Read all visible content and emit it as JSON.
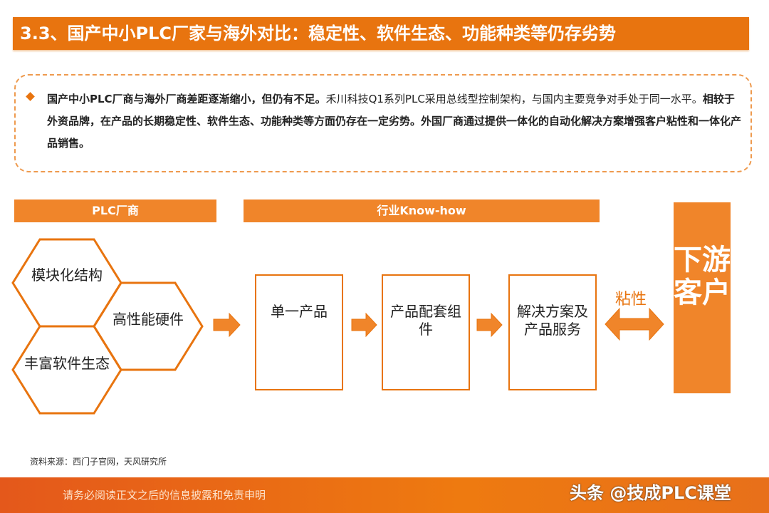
{
  "title": "3.3、国产中小PLC厂家与海外对比：稳定性、软件生态、功能种类等仍存劣势",
  "summary": {
    "bold_1": "国产中小PLC厂商与海外厂商差距逐渐缩小，但仍有不足。",
    "normal": "禾川科技Q1系列PLC采用总线型控制架构，与国内主要竞争对手处于同一水平。",
    "bold_2": "相较于外资品牌，在产品的长期稳定性、软件生态、功能种类等方面仍存在一定劣势。外国厂商通过提供一体化的自动化解决方案增强客户粘性和一体化产品销售。"
  },
  "diagram": {
    "header_left": "PLC厂商",
    "header_mid": "行业Know-how",
    "hexagons": [
      "模块化结构",
      "高性能硬件",
      "丰富软件生态"
    ],
    "steps": [
      "单一产品",
      "产品配套组件",
      "解决方案及产品服务"
    ],
    "link_label": "粘性",
    "customer": "下游客户",
    "colors": {
      "accent": "#E8740F",
      "fill": "#F0852A"
    }
  },
  "source": "资料来源：西门子官网，天风研究所",
  "footer": {
    "disclaimer": "请务必阅读正文之后的信息披露和免责申明",
    "watermark": "头条 @技成PLC课堂"
  }
}
